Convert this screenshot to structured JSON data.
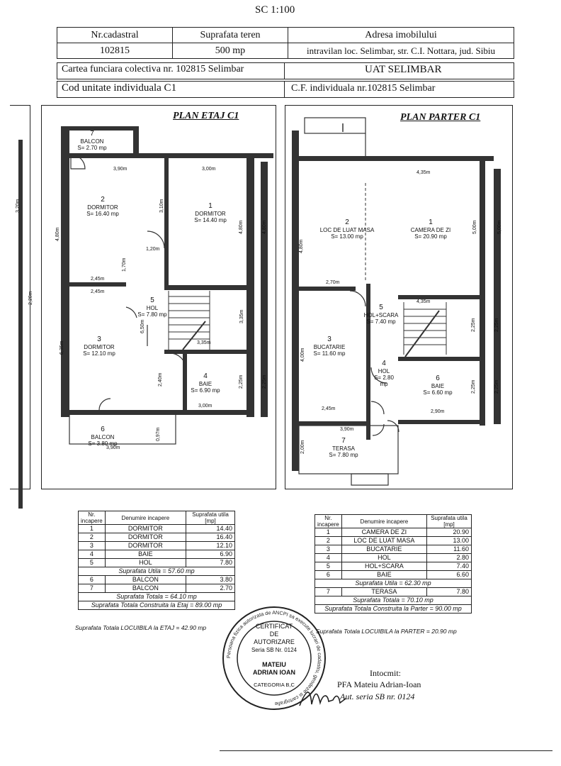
{
  "scale": "SC 1:100",
  "header": {
    "nr_cadastral_label": "Nr.cadastral",
    "nr_cadastral_value": "102815",
    "suprafata_label": "Suprafata teren",
    "suprafata_value": "500 mp",
    "adresa_label": "Adresa imobilului",
    "adresa_value": "intravilan loc. Selimbar, str. C.I. Nottara, jud. Sibiu",
    "carte_funciara": "Cartea funciara colectiva nr. 102815 Selimbar",
    "uat": "UAT SELIMBAR",
    "cod_unitate": "Cod unitate individuala   C1",
    "cf_individuala": "C.F. individuala nr.102815 Selimbar"
  },
  "plan_etaj": {
    "title": "PLAN ETAJ C1",
    "rooms": [
      {
        "nr": "7",
        "name": "BALCON",
        "area": "S= 2.70 mp"
      },
      {
        "nr": "2",
        "name": "DORMITOR",
        "area": "S= 16.40 mp"
      },
      {
        "nr": "1",
        "name": "DORMITOR",
        "area": "S= 14.40 mp"
      },
      {
        "nr": "5",
        "name": "HOL",
        "area": "S= 7.80 mp"
      },
      {
        "nr": "3",
        "name": "DORMITOR",
        "area": "S= 12.10 mp"
      },
      {
        "nr": "4",
        "name": "BAIE",
        "area": "S= 6.90 mp"
      },
      {
        "nr": "6",
        "name": "BALCON",
        "area": "S= 3.80 mp"
      }
    ],
    "dims": [
      "3,90m",
      "3,00m",
      "4,80m",
      "3,10m",
      "4,80m",
      "4,80m",
      "1,20m",
      "1,70m",
      "2,45m",
      "2,45m",
      "3,35m",
      "3,35m",
      "6,35m",
      "3,00m",
      "2,40m",
      "2,25m",
      "2,25m",
      "0,97m",
      "3,90m",
      "6,50m",
      "3,20m",
      "2,20m"
    ]
  },
  "plan_parter": {
    "title": "PLAN PARTER C1",
    "rooms": [
      {
        "nr": "2",
        "name": "LOC DE LUAT MASA",
        "area": "S= 13.00 mp"
      },
      {
        "nr": "1",
        "name": "CAMERA DE ZI",
        "area": "S= 20.90 mp"
      },
      {
        "nr": "5",
        "name": "HOL+SCARA",
        "area": "S= 7.40 mp"
      },
      {
        "nr": "3",
        "name": "BUCATARIE",
        "area": "S= 11.60 mp"
      },
      {
        "nr": "4",
        "name": "HOL",
        "area": "S= 2.80 mp"
      },
      {
        "nr": "6",
        "name": "BAIE",
        "area": "S= 6.60 mp"
      },
      {
        "nr": "7",
        "name": "TERASA",
        "area": "S= 7.80 mp"
      }
    ],
    "dims": [
      "4,35m",
      "4,80m",
      "5,00m",
      "5,00m",
      "2,70m",
      "4,35m",
      "4,00m",
      "2,25m",
      "2,25m",
      "2,25m",
      "2,25m",
      "2,45m",
      "3,90m",
      "2,90m",
      "2,00m"
    ]
  },
  "table_etaj": {
    "head_nr": "Nr. incapere",
    "head_den": "Denumire incapere",
    "head_sup": "Suprafata utila [mp]",
    "rows": [
      [
        "1",
        "DORMITOR",
        "14.40"
      ],
      [
        "2",
        "DORMITOR",
        "16.40"
      ],
      [
        "3",
        "DORMITOR",
        "12.10"
      ],
      [
        "4",
        "BAIE",
        "6.90"
      ],
      [
        "5",
        "HOL",
        "7.80"
      ]
    ],
    "utila": "Suprafata Utila = 57.60 mp",
    "rows2": [
      [
        "6",
        "BALCON",
        "3.80"
      ],
      [
        "7",
        "BALCON",
        "2.70"
      ]
    ],
    "totala": "Suprafata Totala = 64.10 mp",
    "construita": "Suprafata Totala Construita la Etaj = 89.00 mp",
    "locuibila": "Suprafata Totala LOCUIBILA la ETAJ = 42.90 mp"
  },
  "table_parter": {
    "head_nr": "Nr. incapere",
    "head_den": "Denumire incapere",
    "head_sup": "Suprafata utila [mp]",
    "rows": [
      [
        "1",
        "CAMERA DE ZI",
        "20.90"
      ],
      [
        "2",
        "LOC DE LUAT MASA",
        "13.00"
      ],
      [
        "3",
        "BUCATARIE",
        "11.60"
      ],
      [
        "4",
        "HOL",
        "2.80"
      ],
      [
        "5",
        "HOL+SCARA",
        "7.40"
      ],
      [
        "6",
        "BAIE",
        "6.60"
      ]
    ],
    "utila": "Suprafata Utila = 62.30 mp",
    "rows2": [
      [
        "7",
        "TERASA",
        "7.80"
      ]
    ],
    "totala": "Suprafata Totala = 70.10 mp",
    "construita": "Suprafata Totala Construita la Parter = 90.00 mp",
    "locuibila": "Suprafata Totala LOCUIBILA la PARTER = 20.90 mp"
  },
  "stamp": {
    "line1": "CERTIFICAT",
    "line2": "DE",
    "line3": "AUTORIZARE",
    "line4": "Seria SB Nr. 0124",
    "line5": "MATEIU",
    "line6": "ADRIAN IOAN",
    "ring": "Persoana fizica autorizata de ANCPI sa execute lucrari de cadastru, geodezie si cartografie",
    "category": "CATEGORIA B,C"
  },
  "intocmit": {
    "label": "Intocmit:",
    "name": "PFA Mateiu Adrian-Ioan",
    "aut": "Aut. seria SB nr. 0124"
  }
}
